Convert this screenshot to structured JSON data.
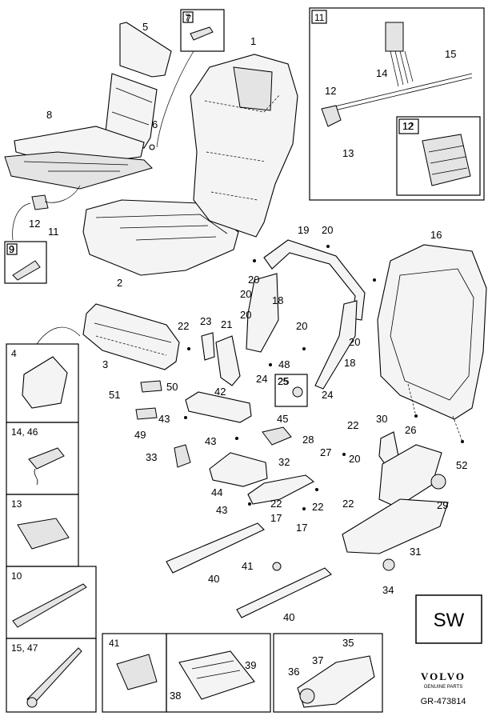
{
  "diagram": {
    "callouts": [
      "1",
      "2",
      "3",
      "5",
      "6",
      "7",
      "8",
      "11",
      "12",
      "12",
      "14",
      "15",
      "12",
      "13",
      "9",
      "16",
      "18",
      "18",
      "19",
      "20",
      "20",
      "20",
      "20",
      "20",
      "20",
      "20",
      "21",
      "22",
      "22",
      "22",
      "22",
      "22",
      "23",
      "24",
      "24",
      "25",
      "26",
      "27",
      "28",
      "29",
      "30",
      "31",
      "32",
      "33",
      "34",
      "17",
      "17",
      "40",
      "40",
      "41",
      "42",
      "43",
      "43",
      "43",
      "44",
      "45",
      "48",
      "49",
      "50",
      "51",
      "52",
      "35",
      "36",
      "37",
      "38",
      "39"
    ],
    "boxes": {
      "b4": "4",
      "b14_46": "14, 46",
      "b13": "13",
      "b10": "10",
      "b15_47": "15, 47",
      "b41": "41",
      "b11": "11",
      "b12": "12",
      "b7": "7",
      "b9": "9",
      "b25": "25"
    },
    "sw_badge": "SW",
    "brand": "VOLVO",
    "brand_sub": "GENUINE PARTS",
    "reference": "GR-473814"
  }
}
